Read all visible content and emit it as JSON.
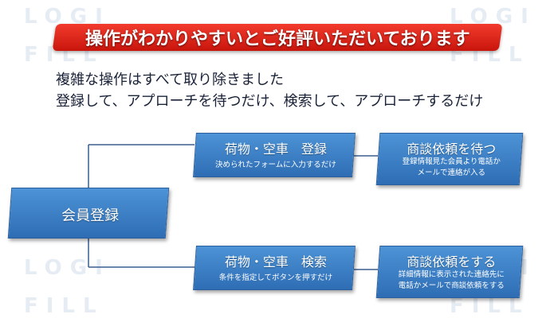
{
  "watermark": {
    "line1": "LOGI",
    "line2": "FILL"
  },
  "headline": "操作がわかりやすいとご好評いただいております",
  "subheading": {
    "line1": "複雑な操作はすべて取り除きました",
    "line2": "登録して、アプローチを待つだけ、検索して、アプローチするだけ"
  },
  "boxes": {
    "member": {
      "title": "会員登録"
    },
    "register": {
      "title": "荷物・空車　登録",
      "desc": "決められたフォームに入力するだけ"
    },
    "search": {
      "title": "荷物・空車　検索",
      "desc": "条件を指定してボタンを押すだけ"
    },
    "wait": {
      "title": "商談依頼を待つ",
      "desc1": "登録情報見た会員より電話か",
      "desc2": "メールで連絡が入る"
    },
    "request": {
      "title": "商談依頼をする",
      "desc1": "詳細情報に表示された連絡先に",
      "desc2": "電話かメールで商談依頼をする"
    }
  },
  "colors": {
    "headline_bg": "#e0251a",
    "box_bg": "#3f82c8",
    "connector": "#3c5f8f",
    "watermark": "#e6ecf3"
  }
}
